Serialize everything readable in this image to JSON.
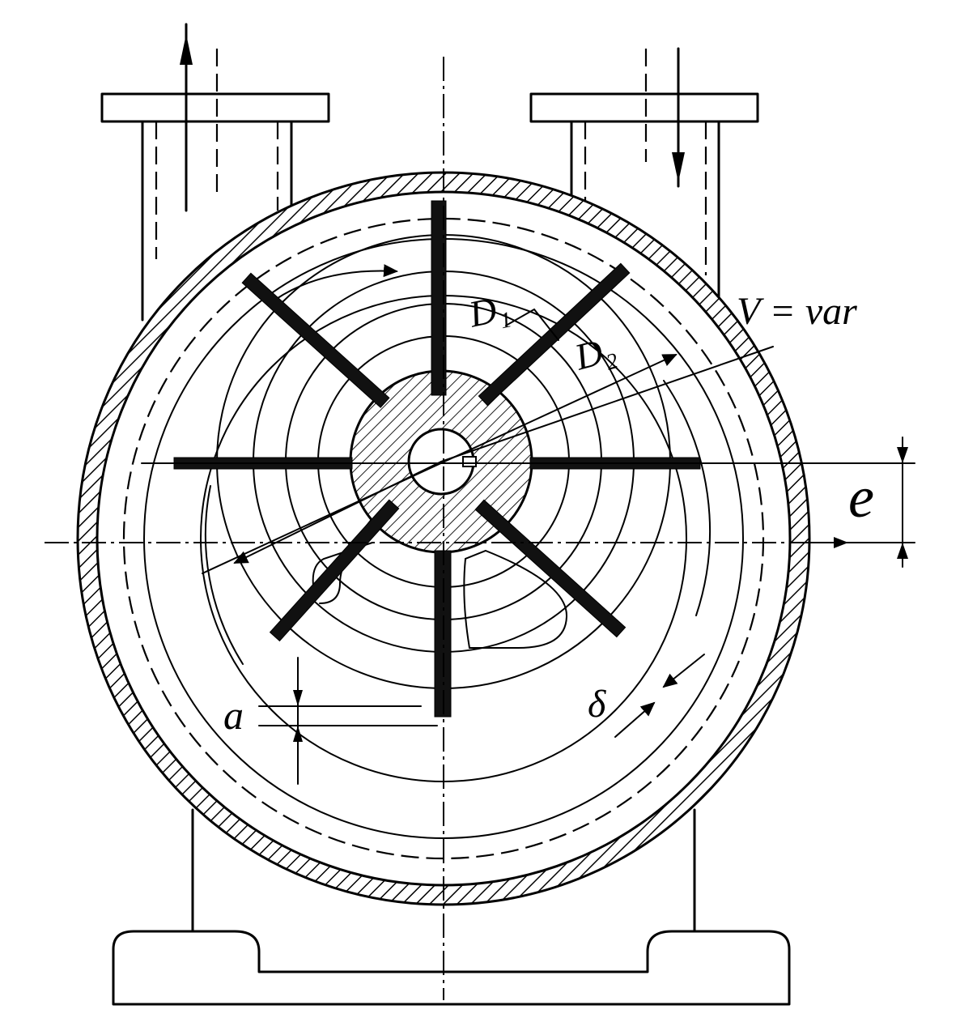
{
  "labels": {
    "velocity": "V = var",
    "d1": "D₁",
    "d2": "D₂",
    "eccentricity": "e",
    "gap_a": "a",
    "vane_thickness": "δ"
  }
}
